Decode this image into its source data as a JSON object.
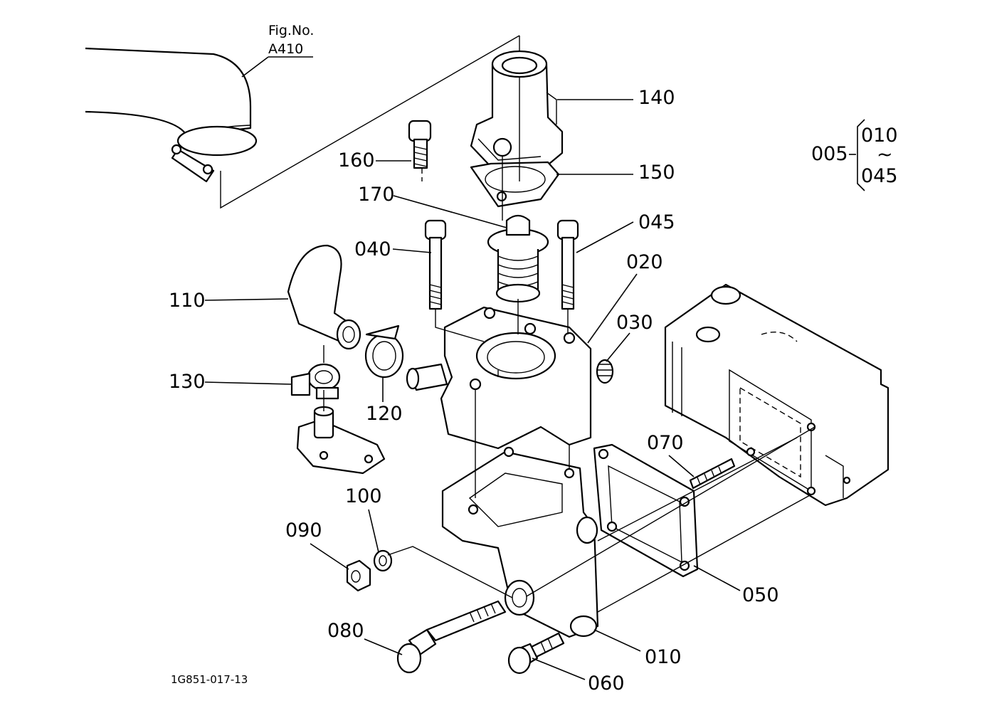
{
  "diagram": {
    "reference": {
      "title": "Fig.No.",
      "figure": "A410"
    },
    "callouts": {
      "p140": "140",
      "p160": "160",
      "p150": "150",
      "p170": "170",
      "p045": "045",
      "p040": "040",
      "p020": "020",
      "p110": "110",
      "p030": "030",
      "p130": "130",
      "p120": "120",
      "p070": "070",
      "p100": "100",
      "p090": "090",
      "p050": "050",
      "p080": "080",
      "p010": "010",
      "p060": "060"
    },
    "assembly": {
      "code": "005",
      "range_start": "010",
      "range_tilde": "~",
      "range_end": "045"
    },
    "drawing_code": "1G851-017-13"
  }
}
